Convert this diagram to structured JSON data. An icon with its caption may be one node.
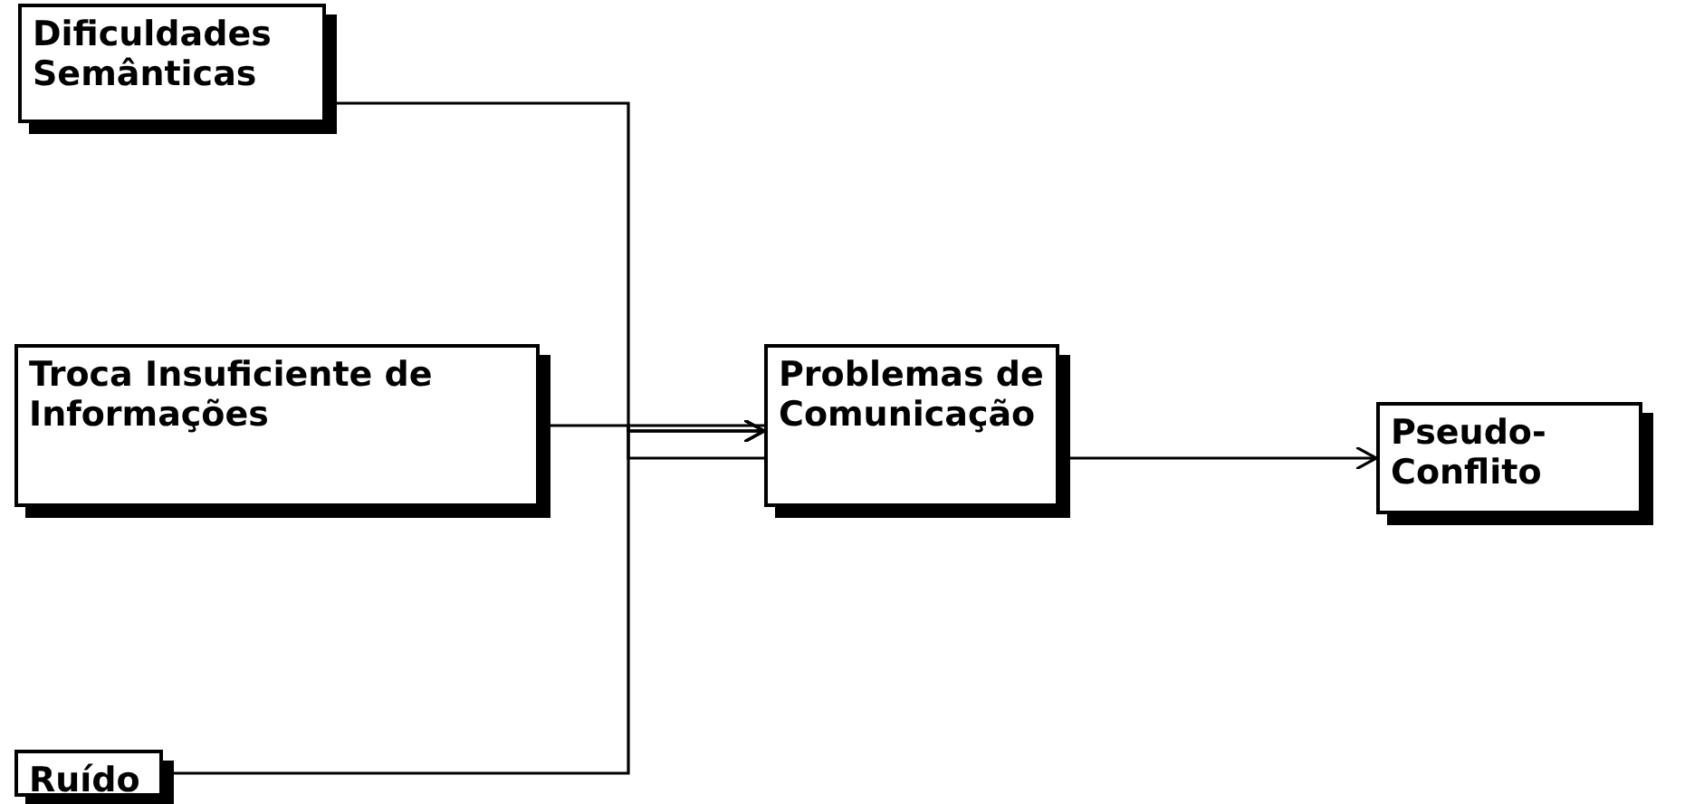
{
  "diagram": {
    "nodes": [
      {
        "text": [
          "Dificuldades Semânticas"
        ]
      },
      {
        "text": [
          "Troca Insuficiente de Informações"
        ]
      },
      {
        "text": [
          "Ruído"
        ]
      },
      {
        "text": [
          "Problemas de Comunicação"
        ]
      },
      {
        "text": [
          "Pseudo-Conflito"
        ]
      }
    ],
    "edges": [
      {
        "from": 0,
        "to": 3,
        "arrow": "to"
      },
      {
        "from": 1,
        "to": 3,
        "arrow": "to"
      },
      {
        "from": 2,
        "to": 3,
        "arrow": "to"
      },
      {
        "from": 3,
        "to": 4,
        "arrow": "to"
      }
    ]
  }
}
